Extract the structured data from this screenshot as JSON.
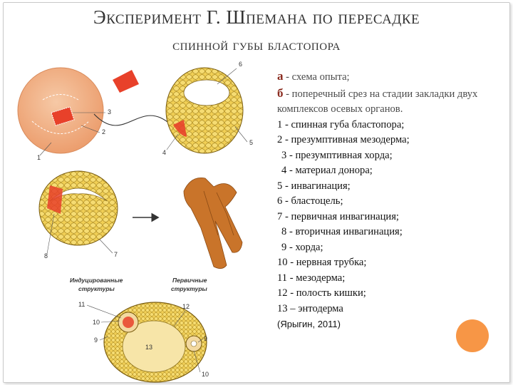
{
  "title": {
    "line1": "Эксперимент Г. Шпемана по пересадке",
    "line2": "спинной губы бластопора"
  },
  "legend": {
    "a_letter": "а",
    "a_text": " - схема опыта;",
    "b_letter": "б",
    "b_text": " - поперечный срез на стадии закладки двух комплексов осевых органов.",
    "items": [
      "1 - спинная губа бластопора;",
      "2 - презумптивная мезодерма;",
      "3 - презумптивная хорда;",
      "4 - материал донора;",
      "5 - инвагинация;",
      "6 - бластоцель;",
      "7 - первичная инвагинация;",
      "8 - вторичная инвагинация;",
      "9 - хорда;",
      "10 - нервная трубка;",
      "11 - мезодерма;",
      "12 - полость кишки;",
      "13 – энтодерма"
    ],
    "source": "(Ярыгин, 2011)"
  },
  "figure": {
    "caption_induced": [
      "Индуцированные",
      "структуры"
    ],
    "caption_primary": [
      "Первичные",
      "структуры"
    ],
    "labels": {
      "n1": "1",
      "n2": "2",
      "n3": "3",
      "n4": "4",
      "n5": "5",
      "n6": "6",
      "n7": "7",
      "n8": "8",
      "n9l": "9",
      "n9r": "9",
      "n10l": "10",
      "n10r": "10",
      "n11": "11",
      "n12": "12",
      "n13": "13"
    }
  },
  "colors": {
    "donor_red": "#e8412a",
    "egg_orange": "#f2b48a",
    "cell_yellow": "#f4d35e",
    "tadpole_brown": "#c9742a",
    "accent_dot": "#f79646"
  }
}
